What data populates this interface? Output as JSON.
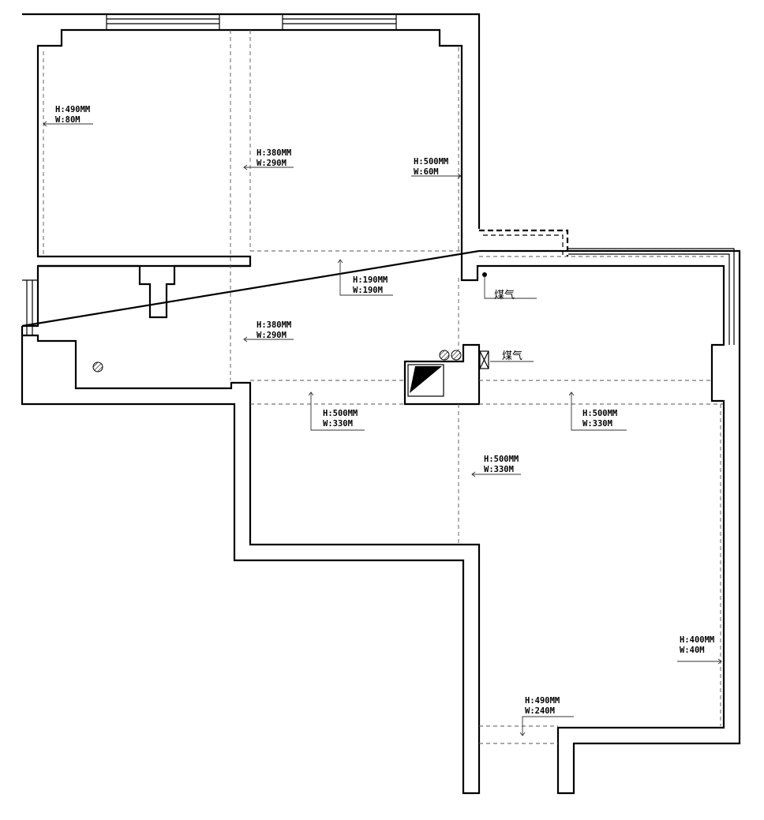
{
  "annotations": [
    {
      "id": "a1",
      "h": "H:490MM",
      "w": "W:80M"
    },
    {
      "id": "a2",
      "h": "H:380MM",
      "w": "W:290M"
    },
    {
      "id": "a3",
      "h": "H:500MM",
      "w": "W:60M"
    },
    {
      "id": "a4",
      "h": "H:190MM",
      "w": "W:190M"
    },
    {
      "id": "a5",
      "h": "H:380MM",
      "w": "W:290M"
    },
    {
      "id": "a6",
      "h": "H:500MM",
      "w": "W:330M"
    },
    {
      "id": "a7",
      "h": "H:500MM",
      "w": "W:330M"
    },
    {
      "id": "a8",
      "h": "H:500MM",
      "w": "W:330M"
    },
    {
      "id": "a9",
      "h": "H:400MM",
      "w": "W:40M"
    },
    {
      "id": "a10",
      "h": "H:490MM",
      "w": "W:240M"
    }
  ],
  "gas_labels": [
    "煤气",
    "煤气"
  ]
}
